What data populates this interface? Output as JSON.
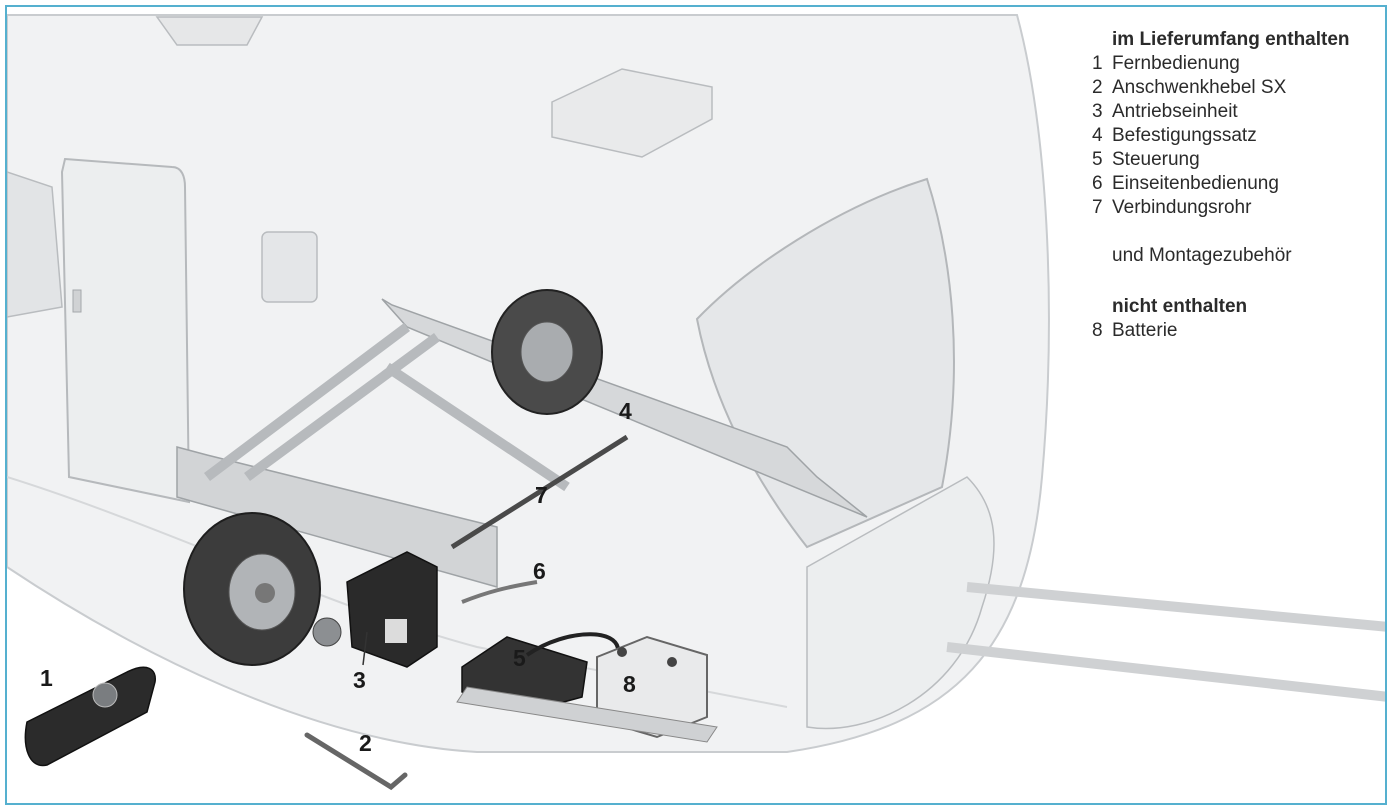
{
  "callouts": {
    "c1": "1",
    "c2": "2",
    "c3": "3",
    "c4": "4",
    "c5": "5",
    "c6": "6",
    "c7": "7",
    "c8": "8"
  },
  "legend": {
    "included_heading": "im Lieferumfang enthalten",
    "included_items": [
      {
        "num": "1",
        "label": "Fernbedienung"
      },
      {
        "num": "2",
        "label": "Anschwenkhebel SX"
      },
      {
        "num": "3",
        "label": "Antriebseinheit"
      },
      {
        "num": "4",
        "label": "Befestigungssatz"
      },
      {
        "num": "5",
        "label": "Steuerung"
      },
      {
        "num": "6",
        "label": "Einseitenbedienung"
      },
      {
        "num": "7",
        "label": "Verbindungsrohr"
      }
    ],
    "included_extra": "und Montagezubehör",
    "excluded_heading": "nicht enthalten",
    "excluded_items": [
      {
        "num": "8",
        "label": "Batterie"
      }
    ]
  },
  "colors": {
    "frame_border": "#55b0cf",
    "caravan_fill": "#f1f2f3",
    "caravan_stroke": "#c9cccf",
    "chassis": "#cfd1d3",
    "tire": "#3c3c3c",
    "drive_unit": "#2a2a2a"
  }
}
